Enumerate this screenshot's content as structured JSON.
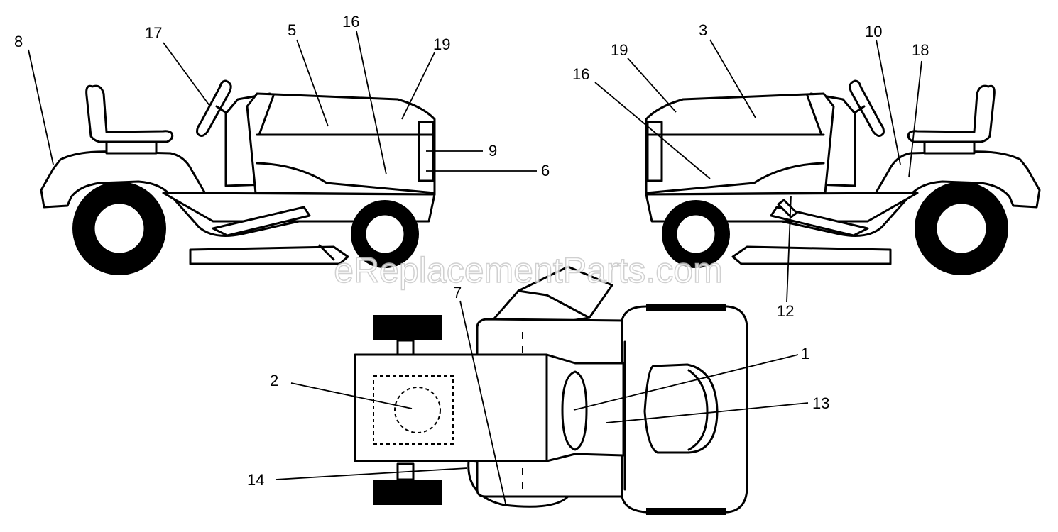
{
  "watermark": "eReplacementParts.com",
  "callouts": {
    "c1": "1",
    "c2": "2",
    "c3": "3",
    "c5": "5",
    "c6": "6",
    "c7": "7",
    "c8": "8",
    "c9": "9",
    "c10": "10",
    "c12": "12",
    "c13": "13",
    "c14": "14",
    "c16a": "16",
    "c16b": "16",
    "c17": "17",
    "c18": "18",
    "c19a": "19",
    "c19b": "19"
  }
}
